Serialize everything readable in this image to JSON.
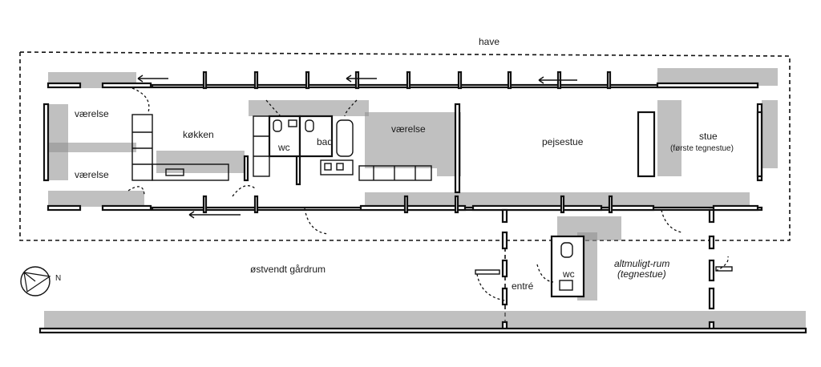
{
  "labels": {
    "garden": "have",
    "room_top_left": "værelse",
    "room_bottom_left": "værelse",
    "kitchen": "køkken",
    "wc_main": "wc",
    "bath": "bad",
    "room_middle": "værelse",
    "fireplace_room": "pejsestue",
    "living_room": "stue",
    "living_room_note": "(første tegnestue)",
    "courtyard": "østvendt gårdrum",
    "entrance": "entré",
    "wc_annex": "wc",
    "multi_room": "altmuligt-rum",
    "multi_room_note": "(tegnestue)",
    "compass_north": "N"
  },
  "colors": {
    "wall": "#111111",
    "shading": "#8d8d8d",
    "background": "#ffffff"
  }
}
